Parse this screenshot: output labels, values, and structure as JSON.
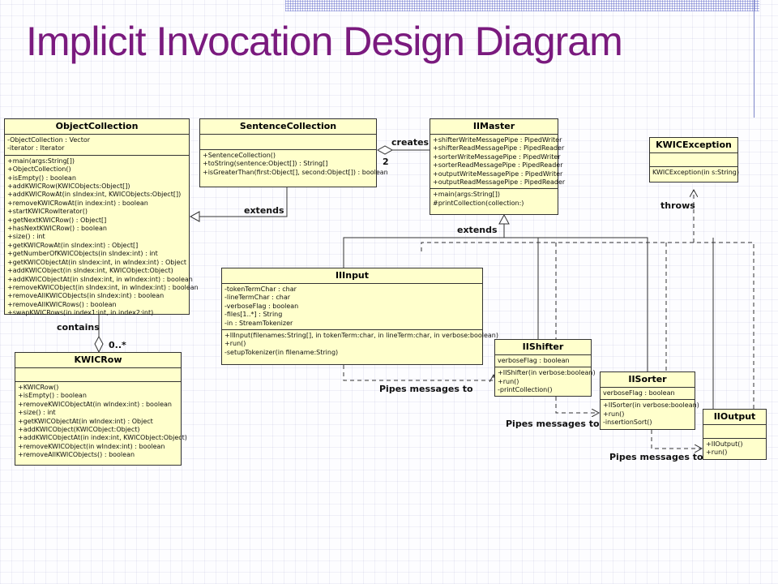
{
  "title": "Implicit Invocation Design Diagram",
  "classes": {
    "objectcollection": {
      "name": "ObjectCollection",
      "attributes": [
        "-ObjectCollection : Vector",
        "-iterator : Iterator"
      ],
      "methods": [
        "+main(args:String[])",
        "+ObjectCollection()",
        "+isEmpty() : boolean",
        "+addKWICRow(KWICObjects:Object[])",
        "+addKWICRowAt(in sIndex:int, KWICObjects:Object[])",
        "+removeKWICRowAt(in index:int) : boolean",
        "+startKWICRowIterator()",
        "+getNextKWICRow() : Object[]",
        "+hasNextKWICRow() : boolean",
        "+size() : int",
        "+getKWICRowAt(in sIndex:int) : Object[]",
        "+getNumberOfKWICObjects(in sIndex:int) : int",
        "+getKWICObjectAt(in sIndex:int, in wIndex:int) : Object",
        "+addKWICObject(in sIndex:int, KWICObject:Object)",
        "+addKWICObjectAt(in sIndex:int, in wIndex:int) : boolean",
        "+removeKWICObject(in sIndex:int, in wIndex:int) : boolean",
        "+removeAllKWICObjects(in sIndex:int) : boolean",
        "+removeAllKWICRows() : boolean",
        "+swapKWICRows(in index1:int, in index2:int)"
      ]
    },
    "sentencecollection": {
      "name": "SentenceCollection",
      "attributes": [],
      "methods": [
        "+SentenceCollection()",
        "+toString(sentence:Object[]) : String[]",
        "+isGreaterThan(first:Object[], second:Object[]) : boolean"
      ]
    },
    "iimaster": {
      "name": "IIMaster",
      "attributes": [
        "+shifterWriteMessagePipe : PipedWriter",
        "+shifterReadMessagePipe : PipedReader",
        "+sorterWriteMessagePipe : PipedWriter",
        "+sorterReadMessagePipe : PipedReader",
        "+outputWriteMessagePipe : PipedWriter",
        "+outputReadMessagePipe : PipedReader"
      ],
      "methods": [
        "+main(args:String[])",
        "#printCollection(collection:)"
      ]
    },
    "kwicexception": {
      "name": "KWICException",
      "attributes": [],
      "methods": [
        "KWICException(in s:String)"
      ]
    },
    "kwicrow": {
      "name": "KWICRow",
      "attributes": [],
      "methods": [
        "+KWICRow()",
        "+isEmpty() : boolean",
        "+removeKWICObjectAt(in wIndex:int) : boolean",
        "+size() : int",
        "+getKWICObjectAt(in wIndex:int) : Object",
        "+addKWICObject(KWICObject:Object)",
        "+addKWICObjectAt(in index:int, KWICObject:Object)",
        "+removeKWICObject(in wIndex:int) : boolean",
        "+removeAllKWICObjects() : boolean"
      ]
    },
    "iiinput": {
      "name": "IIInput",
      "attributes": [
        "-tokenTermChar : char",
        "-lineTermChar : char",
        "-verboseFlag : boolean",
        "-files[1..*] : String",
        "-in : StreamTokenizer"
      ],
      "methods": [
        "+IIInput(filenames:String[], in tokenTerm:char, in lineTerm:char, in verbose:boolean)",
        "+run()",
        "-setupTokenizer(in filename:String)"
      ]
    },
    "iishifter": {
      "name": "IIShifter",
      "attributes": [
        "verboseFlag : boolean"
      ],
      "methods": [
        "+IIShifter(in verbose:boolean)",
        "+run()",
        "-printCollection()"
      ]
    },
    "iisorter": {
      "name": "IISorter",
      "attributes": [
        "verboseFlag : boolean"
      ],
      "methods": [
        "+IISorter(in verbose:boolean)",
        "+run()",
        "-insertionSort()"
      ]
    },
    "iioutput": {
      "name": "IIOutput",
      "attributes": [],
      "methods": [
        "+IIOutput()",
        "+run()"
      ]
    }
  },
  "labels": {
    "creates": "creates",
    "two": "2",
    "extends_sc": "extends",
    "extends_master": "extends",
    "throws": "throws",
    "contains": "contains",
    "mult": "0..*",
    "pipes1": "Pipes messages to",
    "pipes2": "Pipes messages to",
    "pipes3": "Pipes messages to"
  }
}
